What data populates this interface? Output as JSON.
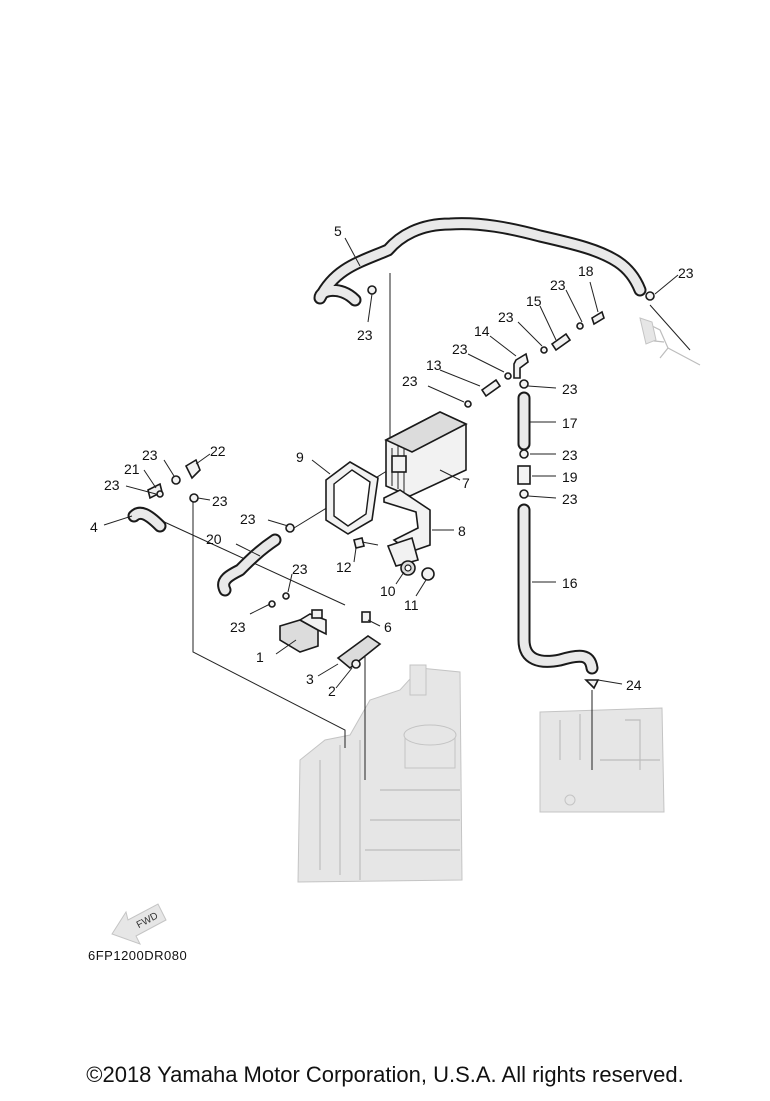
{
  "diagram": {
    "callouts": [
      "1",
      "2",
      "3",
      "4",
      "5",
      "6",
      "7",
      "8",
      "9",
      "10",
      "11",
      "12",
      "13",
      "14",
      "15",
      "16",
      "17",
      "18",
      "19",
      "20",
      "21",
      "22",
      "23",
      "24"
    ],
    "fwd_label": "FWD",
    "code": "6FP1200DR080"
  },
  "footer": {
    "copyright": "©2018 Yamaha Motor Corporation, U.S.A. All rights reserved."
  }
}
